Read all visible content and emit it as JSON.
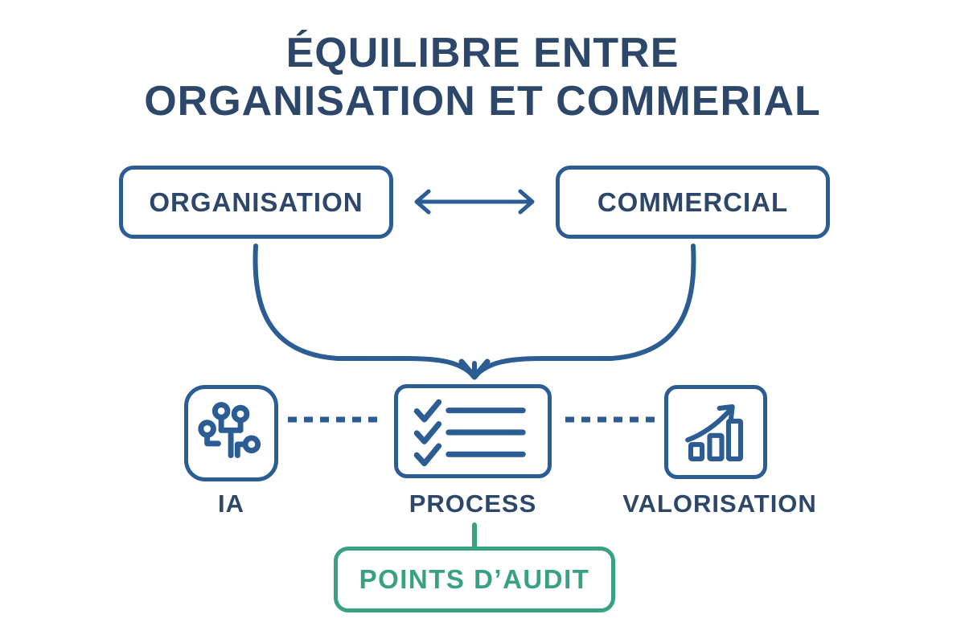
{
  "title": {
    "line1": "ÉQUILIBRE ENTRE",
    "line2": "ORGANISATION ET COMMERIAL"
  },
  "flow": {
    "organisation_label": "ORGANISATION",
    "commercial_label": "COMMERCIAL"
  },
  "pillars": {
    "items": [
      {
        "label": "IA",
        "icon": "ai-circuit-icon"
      },
      {
        "label": "PROCESS",
        "icon": "checklist-icon"
      },
      {
        "label": "VALORISATION",
        "icon": "growth-chart-icon"
      }
    ]
  },
  "audit": {
    "label": "POINTS D’AUDIT"
  },
  "colors": {
    "navy_text": "#2C4769",
    "blue_stroke": "#2B5C94",
    "green_accent": "#38A183",
    "background": "#FFFFFF"
  }
}
